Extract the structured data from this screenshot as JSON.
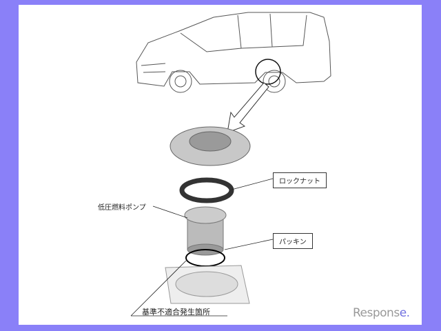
{
  "labels": {
    "lock_nut": "ロックナット",
    "low_pressure_fuel_pump": "低圧燃料ポンプ",
    "packing": "パッキン",
    "nonconformity_location": "基準不適合発生箇所"
  },
  "watermark": {
    "text_main": "Respons",
    "text_accent": "e."
  },
  "colors": {
    "background": "#8a80f8",
    "sheet": "#ffffff"
  }
}
